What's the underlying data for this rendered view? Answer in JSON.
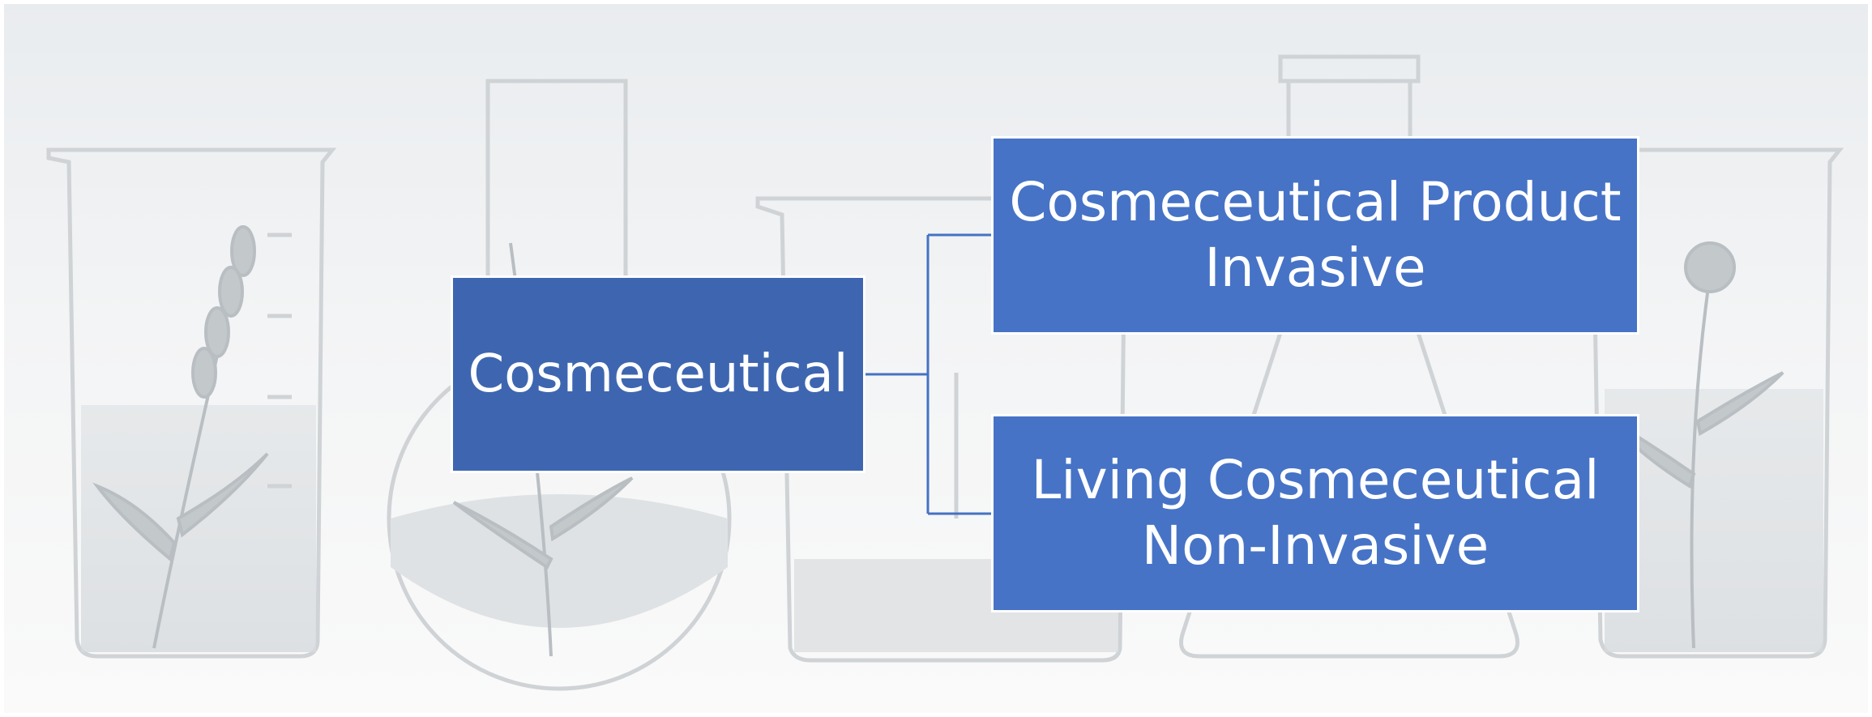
{
  "diagram": {
    "root": {
      "label": "Cosmeceutical"
    },
    "children": [
      {
        "line1": "Cosmeceutical Product",
        "line2": "Invasive"
      },
      {
        "line1": "Living Cosmeceutical",
        "line2": "Non-Invasive"
      }
    ]
  },
  "colors": {
    "root_fill": "#3e66b0",
    "child_fill": "#4673c6",
    "connector": "#4472c4",
    "text": "#ffffff"
  }
}
